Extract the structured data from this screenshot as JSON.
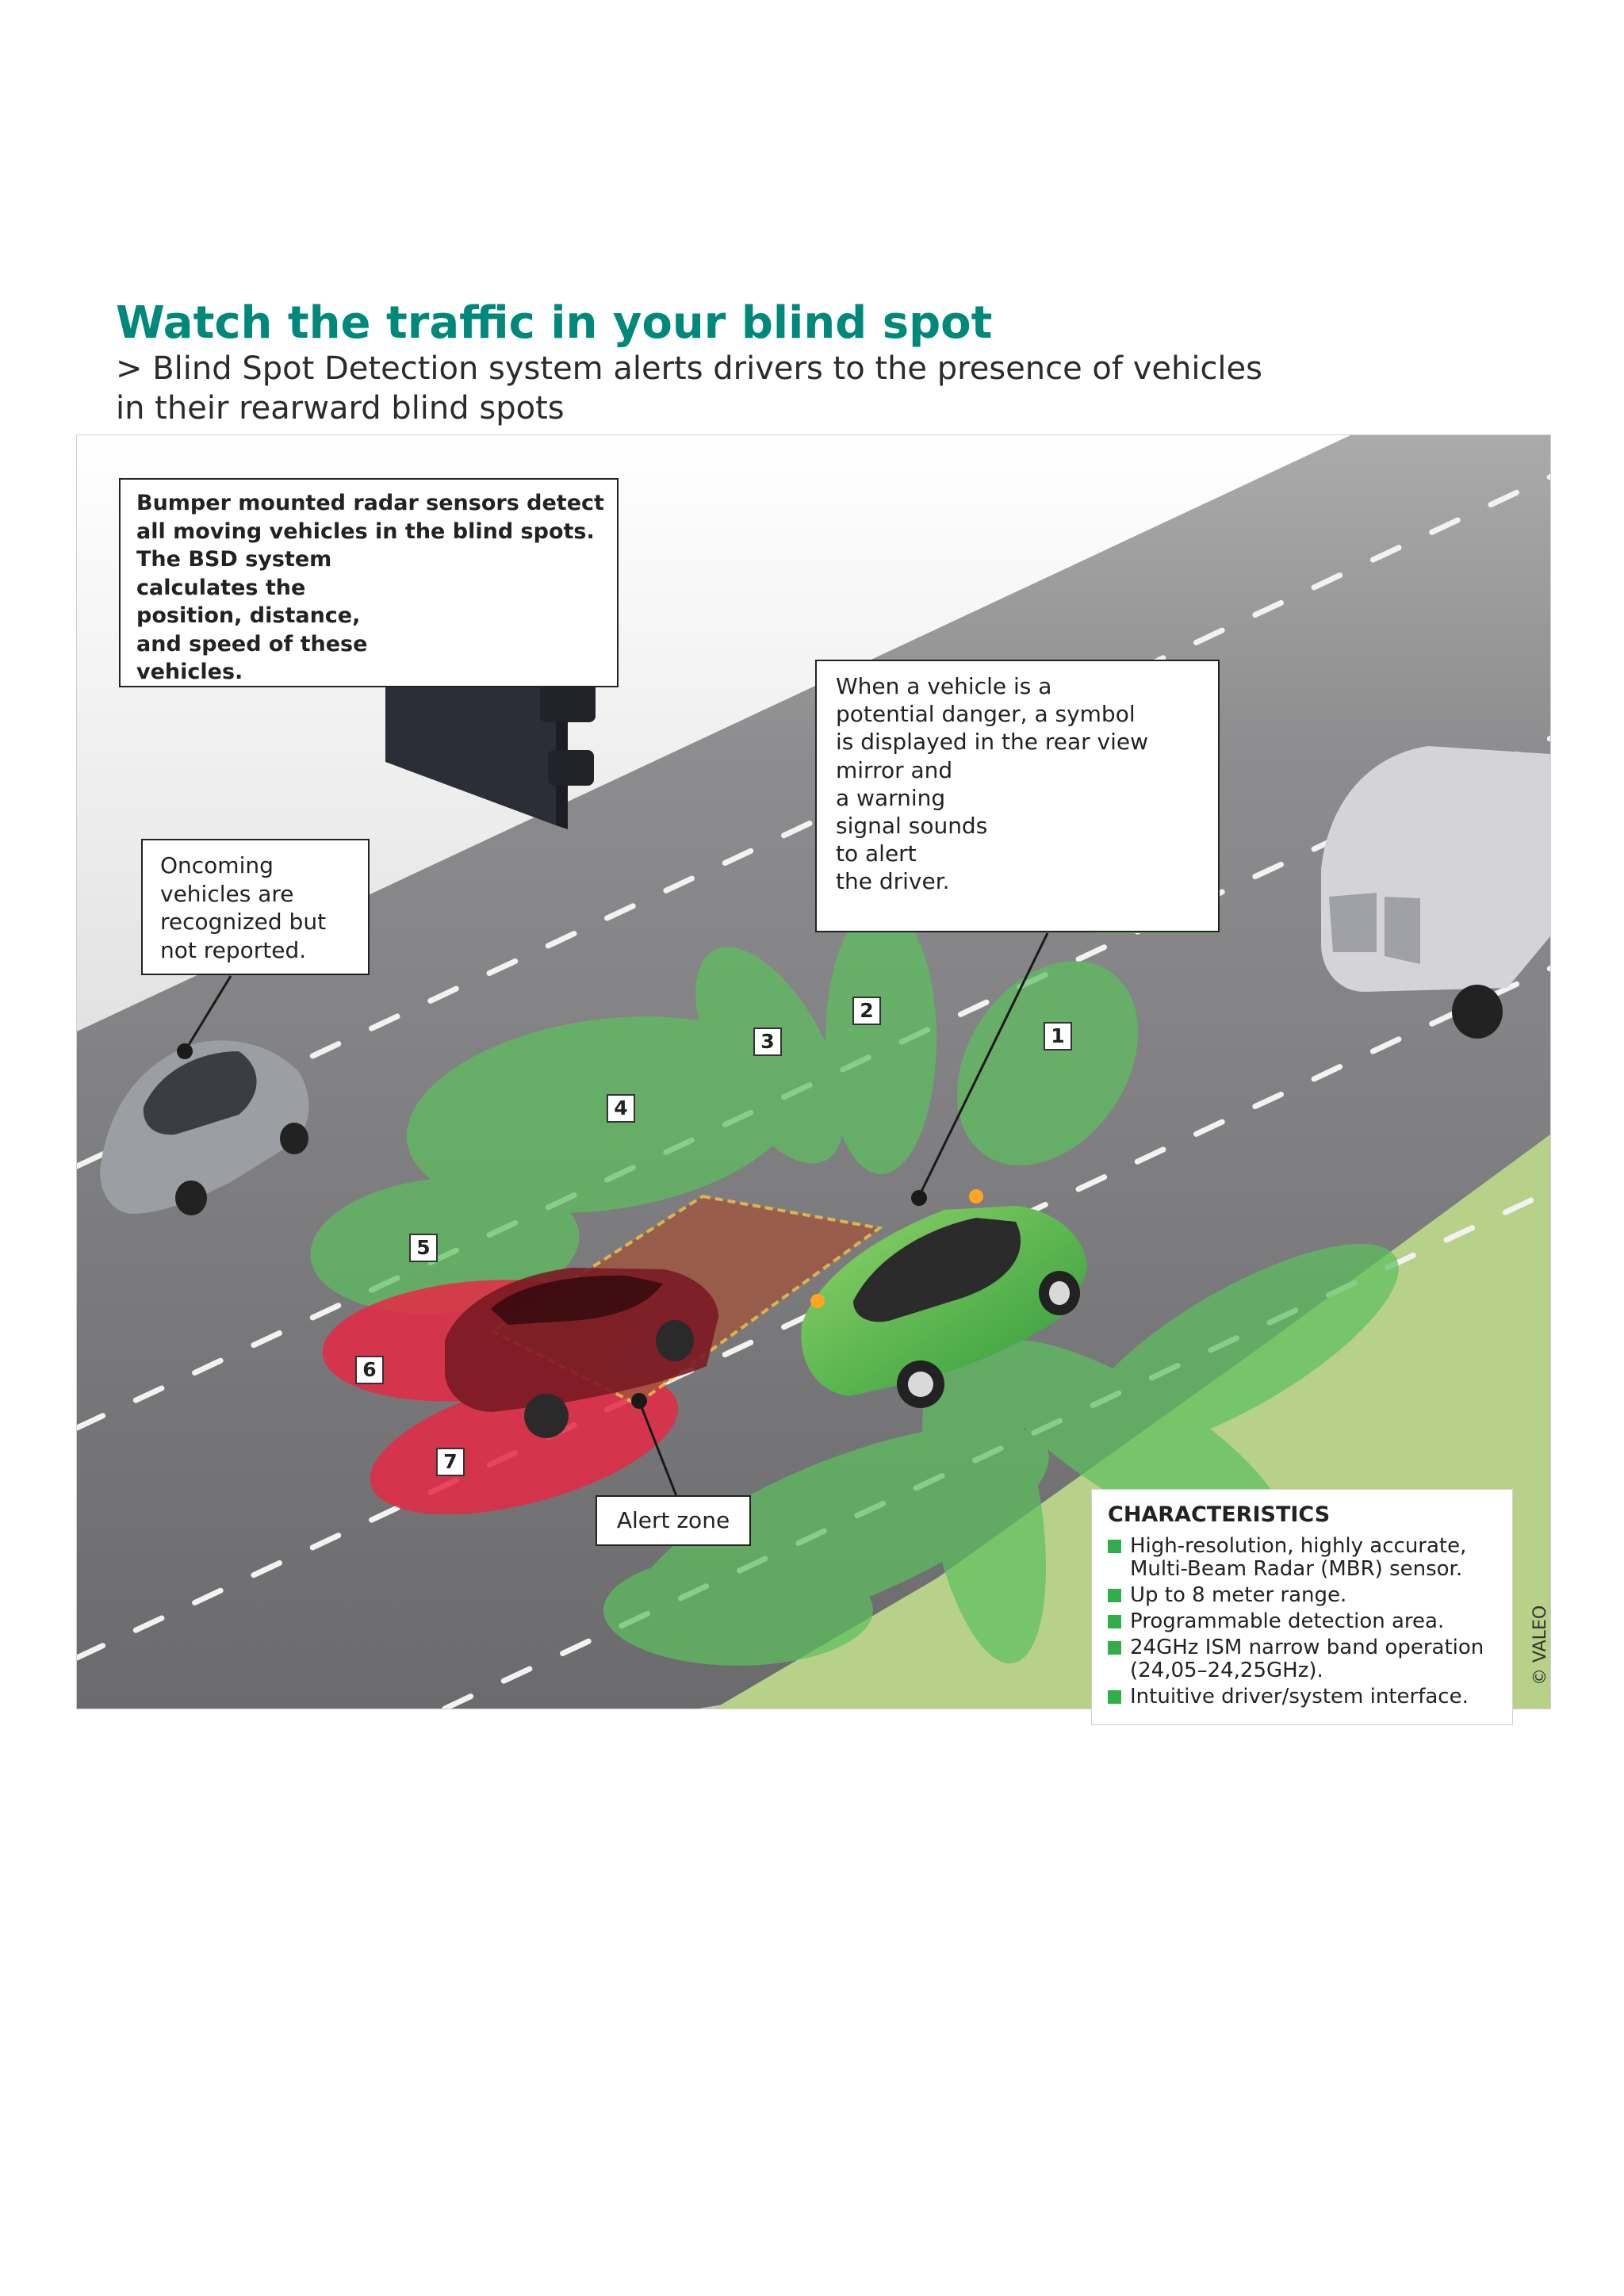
{
  "header": {
    "title": "Watch the traffic in your blind spot",
    "subtitle_line1": "> Blind Spot Detection system alerts drivers to the presence of vehicles",
    "subtitle_line2": "in their rearward blind spots"
  },
  "callouts": {
    "radar": [
      "Bumper mounted radar sensors detect",
      "all moving vehicles in the blind spots.",
      "The BSD system",
      "calculates the",
      "position, distance,",
      "and speed of these",
      "vehicles."
    ],
    "mirror": [
      "When a vehicle is a",
      "potential danger, a symbol",
      "is displayed in the rear view",
      "mirror and",
      "a warning",
      "signal sounds",
      "to alert",
      "the driver."
    ],
    "oncoming": [
      "Oncoming",
      "vehicles are",
      "recognized but",
      "not reported."
    ],
    "alert_zone": "Alert zone"
  },
  "zones": [
    "1",
    "2",
    "3",
    "4",
    "5",
    "6",
    "7"
  ],
  "characteristics": {
    "heading": "CHARACTERISTICS",
    "items": [
      [
        "High-resolution, highly accurate,",
        "Multi-Beam Radar (MBR) sensor."
      ],
      [
        "Up to 8 meter range."
      ],
      [
        "Programmable detection area."
      ],
      [
        "24GHz ISM narrow band operation",
        "(24,05–24,25GHz)."
      ],
      [
        "Intuitive driver/system interface."
      ]
    ]
  },
  "copyright": "© VALEO",
  "colors": {
    "title": "#00897b",
    "zone_green": "#5cc05e",
    "zone_red": "#e52a45",
    "alert_zone_fill": "#a0553f",
    "grass": "#b7d188",
    "bullet": "#2fae4a"
  }
}
